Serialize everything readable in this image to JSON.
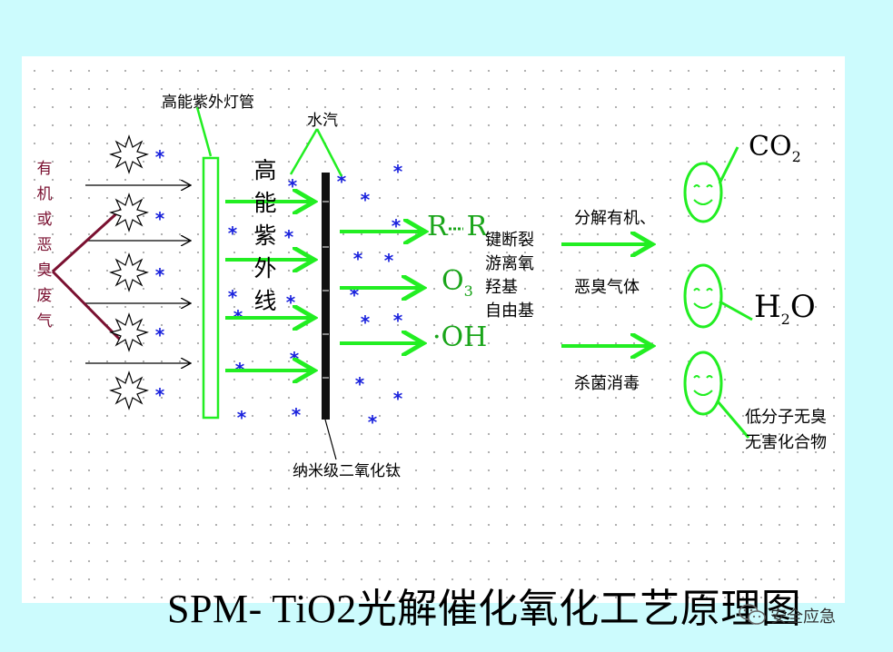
{
  "diagram": {
    "title": "SPM- TiO2光解催化氧化工艺原理图",
    "waste_gas_label": "有机或恶臭废气",
    "uv_lamp_label": "高能紫外灯管",
    "water_vapor_label": "水汽",
    "high_energy_uv_label": "高能紫外线",
    "tio2_label": "纳米级二氧化钛",
    "species": {
      "r_r": "R−R",
      "o3_base": "O",
      "o3_sub": "3",
      "oh": "·OH"
    },
    "reaction_text": [
      "键断裂",
      "游离氧",
      "羟基",
      "自由基"
    ],
    "effect_1": [
      "分解有机、",
      "恶臭气体"
    ],
    "effect_2": "杀菌消毒",
    "products": {
      "co2_base": "CO",
      "co2_sub": "2",
      "h2o_h": "H",
      "h2o_sub": "2",
      "h2o_o": "O",
      "final": [
        "低分子无臭",
        "无害化合物"
      ]
    }
  },
  "colors": {
    "green": "#22ee22",
    "maroon": "#7a1030",
    "star": "#1a22dd",
    "dark_green": "#1aa51a"
  },
  "watermark": {
    "account": "安全应急",
    "icon": "wechat-icon"
  }
}
